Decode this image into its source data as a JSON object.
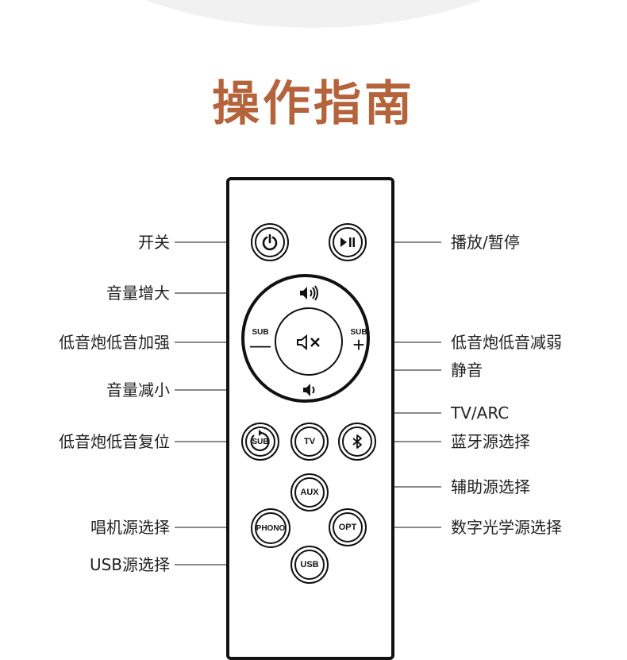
{
  "title": "操作指南",
  "buttons": {
    "tv": "TV",
    "aux": "AUX",
    "phono": "PHONO",
    "opt": "OPT",
    "usb": "USB",
    "sub_reset": "SUB",
    "sub_minus_text": "SUB",
    "sub_minus_sign": "—",
    "sub_plus_text": "SUB",
    "sub_plus_sign": "+"
  },
  "labels": {
    "power": "开关",
    "volume_up": "音量增大",
    "sub_down": "低音炮低音加强",
    "volume_down": "音量减小",
    "sub_reset": "低音炮低音复位",
    "phono": "唱机源选择",
    "usb": "USB源选择",
    "play_pause": "播放/暂停",
    "sub_up": "低音炮低音减弱",
    "mute": "静音",
    "tv_arc": "TV/ARC",
    "bluetooth": "蓝牙源选择",
    "aux": "辅助源选择",
    "opt": "数字光学源选择"
  },
  "colors": {
    "title": "#b5633a",
    "leader_line": "#8a8a8a",
    "outline": "#111111"
  },
  "icons": [
    "power-icon",
    "play-pause-icon",
    "volume-up-icon",
    "mute-icon",
    "volume-down-icon",
    "sub-reset-icon",
    "bluetooth-icon"
  ]
}
